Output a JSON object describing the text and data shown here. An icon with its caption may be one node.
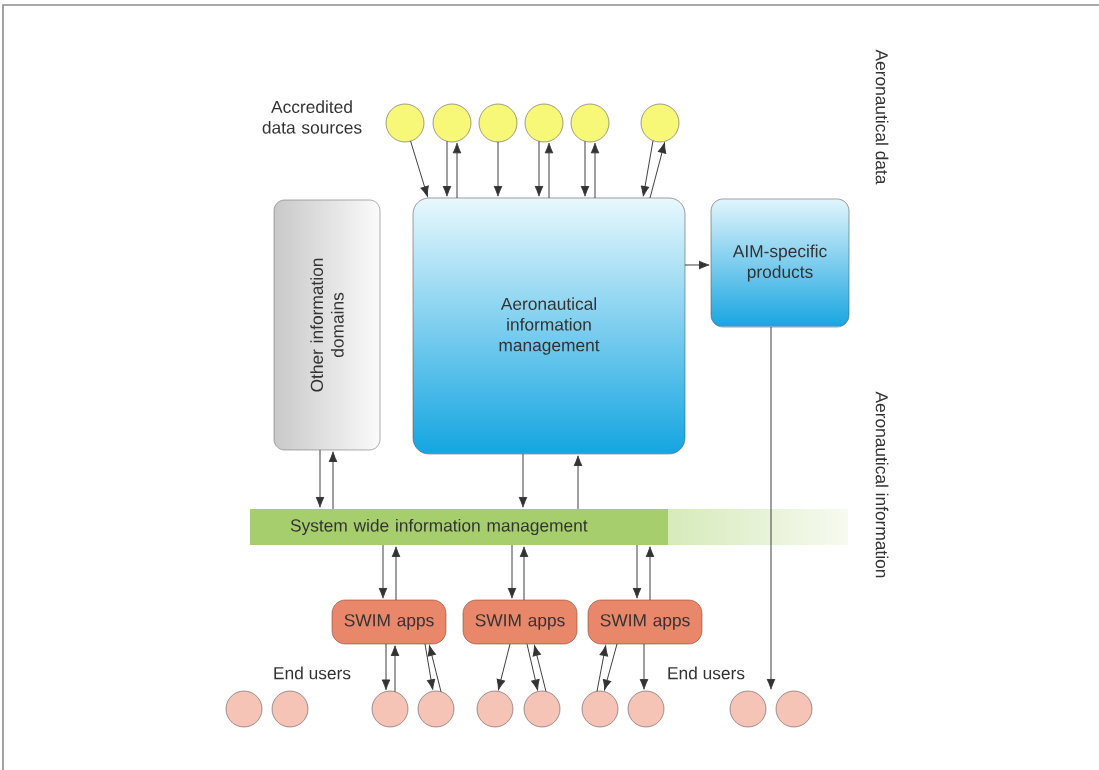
{
  "diagram": {
    "nodes": [
      {
        "text": [],
        "shape": "circle"
      },
      {
        "text": [],
        "shape": "circle"
      },
      {
        "text": [],
        "shape": "circle"
      },
      {
        "text": [],
        "shape": "circle"
      },
      {
        "text": [],
        "shape": "circle"
      },
      {
        "text": [],
        "shape": "circle"
      },
      {
        "text": [
          "Other information domains"
        ]
      },
      {
        "text": [
          "Aeronautical information management"
        ]
      },
      {
        "text": [
          "AIM-specific products"
        ]
      },
      {
        "text": [
          "System wide information management"
        ]
      },
      {
        "text": [
          "SWIM apps"
        ]
      },
      {
        "text": [
          "SWIM apps"
        ]
      },
      {
        "text": [
          "SWIM apps"
        ]
      },
      {
        "text": [],
        "shape": "circle"
      },
      {
        "text": [],
        "shape": "circle"
      },
      {
        "text": [],
        "shape": "circle"
      },
      {
        "text": [],
        "shape": "circle"
      },
      {
        "text": [],
        "shape": "circle"
      },
      {
        "text": [],
        "shape": "circle"
      },
      {
        "text": [],
        "shape": "circle"
      },
      {
        "text": [],
        "shape": "circle"
      },
      {
        "text": [],
        "shape": "circle"
      },
      {
        "text": [],
        "shape": "circle"
      }
    ],
    "edges": [
      {
        "from": 0,
        "to": 7,
        "arrow": "to"
      },
      {
        "from": 1,
        "to": 7,
        "arrow": "to"
      },
      {
        "from": 7,
        "to": 1,
        "arrow": "to"
      },
      {
        "from": 2,
        "to": 7,
        "arrow": "to"
      },
      {
        "from": 3,
        "to": 7,
        "arrow": "to"
      },
      {
        "from": 7,
        "to": 3,
        "arrow": "to"
      },
      {
        "from": 4,
        "to": 7,
        "arrow": "to"
      },
      {
        "from": 7,
        "to": 4,
        "arrow": "to"
      },
      {
        "from": 5,
        "to": 7,
        "arrow": "to"
      },
      {
        "from": 7,
        "to": 5,
        "arrow": "to"
      },
      {
        "from": 7,
        "to": 8,
        "arrow": "to"
      },
      {
        "from": 6,
        "to": 9,
        "arrow": "to"
      },
      {
        "from": 9,
        "to": 6,
        "arrow": "to"
      },
      {
        "from": 7,
        "to": 9,
        "arrow": "to"
      },
      {
        "from": 9,
        "to": 7,
        "arrow": "to"
      },
      {
        "from": 8,
        "to": 21,
        "arrow": "to"
      },
      {
        "from": 9,
        "to": 10,
        "arrow": "to"
      },
      {
        "from": 10,
        "to": 9,
        "arrow": "to"
      },
      {
        "from": 9,
        "to": 11,
        "arrow": "to"
      },
      {
        "from": 11,
        "to": 9,
        "arrow": "to"
      },
      {
        "from": 9,
        "to": 12,
        "arrow": "to"
      },
      {
        "from": 12,
        "to": 9,
        "arrow": "to"
      },
      {
        "from": 10,
        "to": 15,
        "arrow": "to"
      },
      {
        "from": 15,
        "to": 10,
        "arrow": "to"
      },
      {
        "from": 10,
        "to": 16,
        "arrow": "to"
      },
      {
        "from": 16,
        "to": 10,
        "arrow": "to"
      },
      {
        "from": 11,
        "to": 17,
        "arrow": "to"
      },
      {
        "from": 11,
        "to": 18,
        "arrow": "to"
      },
      {
        "from": 18,
        "to": 11,
        "arrow": "to"
      },
      {
        "from": 19,
        "to": 12,
        "arrow": "to"
      },
      {
        "from": 12,
        "to": 19,
        "arrow": "to"
      },
      {
        "from": 12,
        "to": 20,
        "arrow": "to"
      }
    ],
    "labels": [
      "Accredited data sources",
      "Aeronautical data",
      "Aeronautical information",
      "End users",
      "End users"
    ]
  }
}
